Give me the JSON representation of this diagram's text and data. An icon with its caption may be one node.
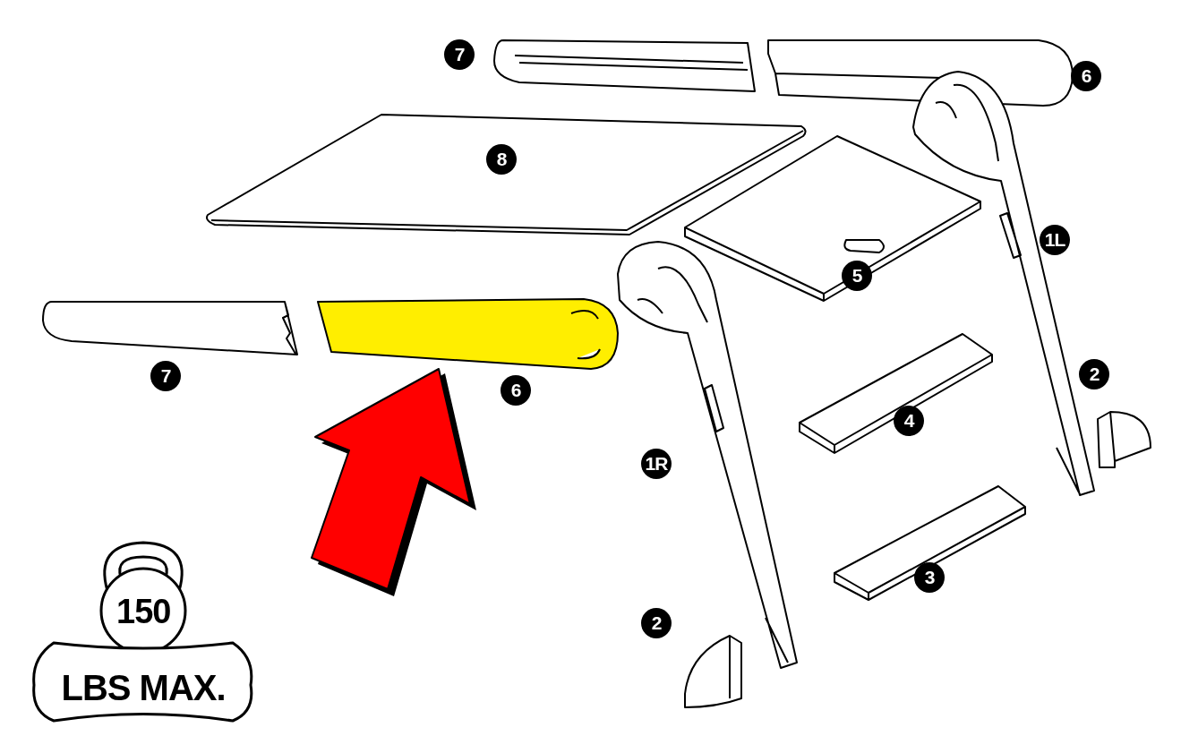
{
  "diagram": {
    "labels": [
      "7",
      "6",
      "8",
      "1L",
      "5",
      "2",
      "7",
      "6",
      "4",
      "1R",
      "3",
      "150",
      "2",
      "LBS MAX."
    ]
  }
}
